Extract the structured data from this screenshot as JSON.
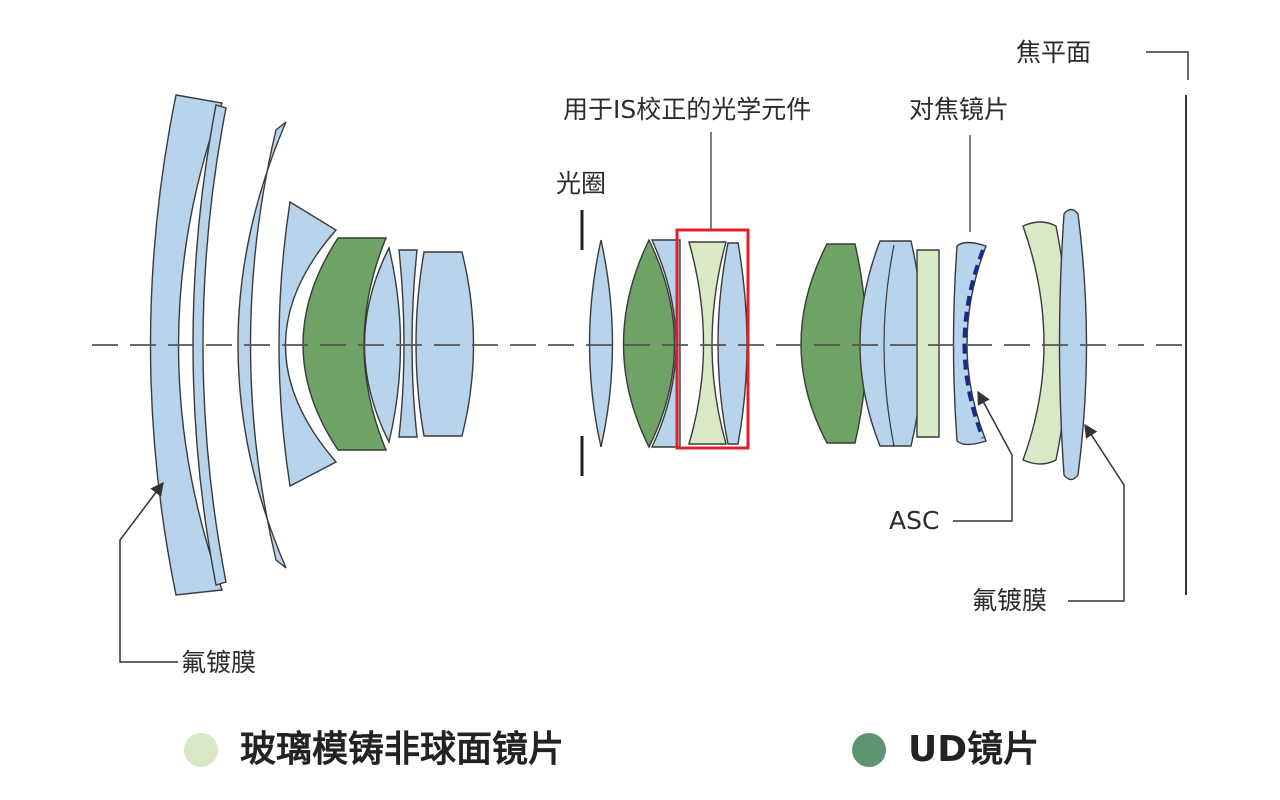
{
  "labels": {
    "focal_plane": "焦平面",
    "is_element": "用于IS校正的光学元件",
    "focus_lens": "对焦镜片",
    "aperture": "光圈",
    "asc": "ASC",
    "fluorine_right": "氟镀膜",
    "fluorine_left": "氟镀膜"
  },
  "legend": [
    {
      "label": "玻璃模铸非球面镜片",
      "color": "#d8e8c6"
    },
    {
      "label": "UD镜片",
      "color": "#5f9470"
    }
  ],
  "colors": {
    "lens_blue": "#b8d3ec",
    "lens_green": "#6fa366",
    "lens_pale": "#d9e8c5",
    "outline": "#333333",
    "highlight_box": "#e0202a",
    "asc_coat": "#1a2a8c"
  }
}
